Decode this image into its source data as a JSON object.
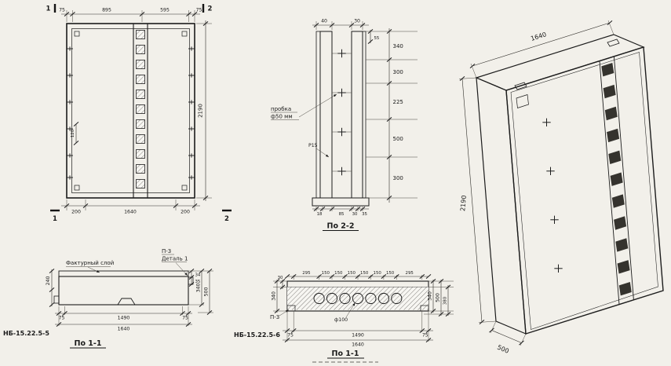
{
  "drawing": {
    "front": {
      "marks": {
        "s1_top": "1",
        "s2_top": "2",
        "s1_bottom": "1",
        "s2_bottom": "2"
      },
      "dims_top": [
        "75",
        "895",
        "595",
        "75"
      ],
      "dim_height": "2190",
      "dim_left_small": "120",
      "dims_bottom": [
        "200",
        "1640",
        "200"
      ]
    },
    "section22": {
      "title": "По 2-2",
      "dims_top": [
        "40",
        "30"
      ],
      "dim_top_small": "55",
      "label_plug_1": "пробка",
      "label_plug_2": "ф50 мм",
      "label_radius": "Р15",
      "dims_right": [
        "340",
        "300",
        "225",
        "500",
        "300"
      ],
      "dims_bottom_left": [
        "18",
        "85"
      ],
      "dims_bottom_right": [
        "30",
        "35"
      ]
    },
    "iso": {
      "dim_width": "1640",
      "dim_height": "2190",
      "dim_depth": "500"
    },
    "section11a": {
      "title": "По 1-1",
      "part_no": "НБ-15.22.5-5",
      "label_layer": "Фактурный слой",
      "label_p3": "П-3",
      "label_detail": "Деталь 1",
      "dim_left": "240",
      "dims_right_small": [
        "34",
        "35"
      ],
      "dims_right": [
        "340",
        "500"
      ],
      "dims_bottom": [
        "75",
        "1490",
        "75"
      ],
      "dim_total": "1640"
    },
    "section11b": {
      "title": "По 1-1",
      "part_no": "НБ-15.22.5-6",
      "label_p3": "П-3",
      "label_hole": "ф100",
      "dims_top": [
        "295",
        "150",
        "150",
        "150",
        "150",
        "150",
        "150",
        "295"
      ],
      "dim_left_small": "30",
      "dim_left": "340",
      "dims_right": [
        "340",
        "500",
        "380"
      ],
      "dims_bottom": [
        "75",
        "1490",
        "75"
      ],
      "dim_total": "1640"
    }
  }
}
